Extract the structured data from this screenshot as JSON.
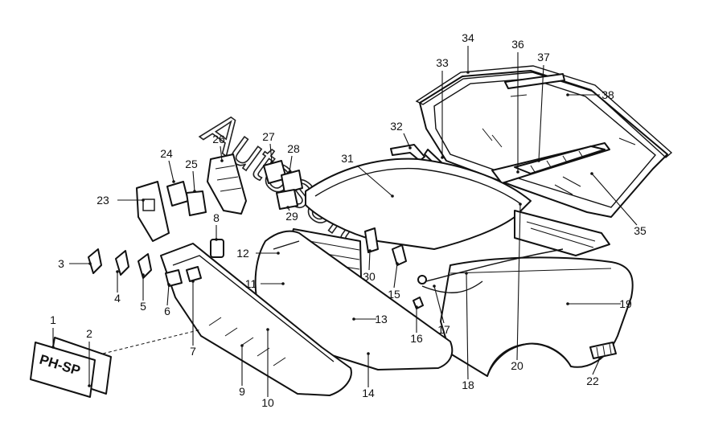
{
  "watermark": "Autosoft",
  "license_plate_text": "PH-SP",
  "callouts": [
    {
      "id": "1",
      "label": "1"
    },
    {
      "id": "2",
      "label": "2"
    },
    {
      "id": "3",
      "label": "3"
    },
    {
      "id": "4",
      "label": "4"
    },
    {
      "id": "5",
      "label": "5"
    },
    {
      "id": "6",
      "label": "6"
    },
    {
      "id": "7",
      "label": "7"
    },
    {
      "id": "8",
      "label": "8"
    },
    {
      "id": "9",
      "label": "9"
    },
    {
      "id": "10",
      "label": "10"
    },
    {
      "id": "11",
      "label": "11"
    },
    {
      "id": "12",
      "label": "12"
    },
    {
      "id": "13",
      "label": "13"
    },
    {
      "id": "14",
      "label": "14"
    },
    {
      "id": "15",
      "label": "15"
    },
    {
      "id": "16",
      "label": "16"
    },
    {
      "id": "17",
      "label": "17"
    },
    {
      "id": "18",
      "label": "18"
    },
    {
      "id": "19",
      "label": "19"
    },
    {
      "id": "20",
      "label": "20"
    },
    {
      "id": "22",
      "label": "22"
    },
    {
      "id": "23",
      "label": "23"
    },
    {
      "id": "24",
      "label": "24"
    },
    {
      "id": "25",
      "label": "25"
    },
    {
      "id": "26",
      "label": "26"
    },
    {
      "id": "27",
      "label": "27"
    },
    {
      "id": "28",
      "label": "28"
    },
    {
      "id": "29",
      "label": "29"
    },
    {
      "id": "30",
      "label": "30"
    },
    {
      "id": "31",
      "label": "31"
    },
    {
      "id": "32",
      "label": "32"
    },
    {
      "id": "33",
      "label": "33"
    },
    {
      "id": "34",
      "label": "34"
    },
    {
      "id": "35",
      "label": "35"
    },
    {
      "id": "36",
      "label": "36"
    },
    {
      "id": "37",
      "label": "37"
    },
    {
      "id": "38",
      "label": "38"
    }
  ]
}
